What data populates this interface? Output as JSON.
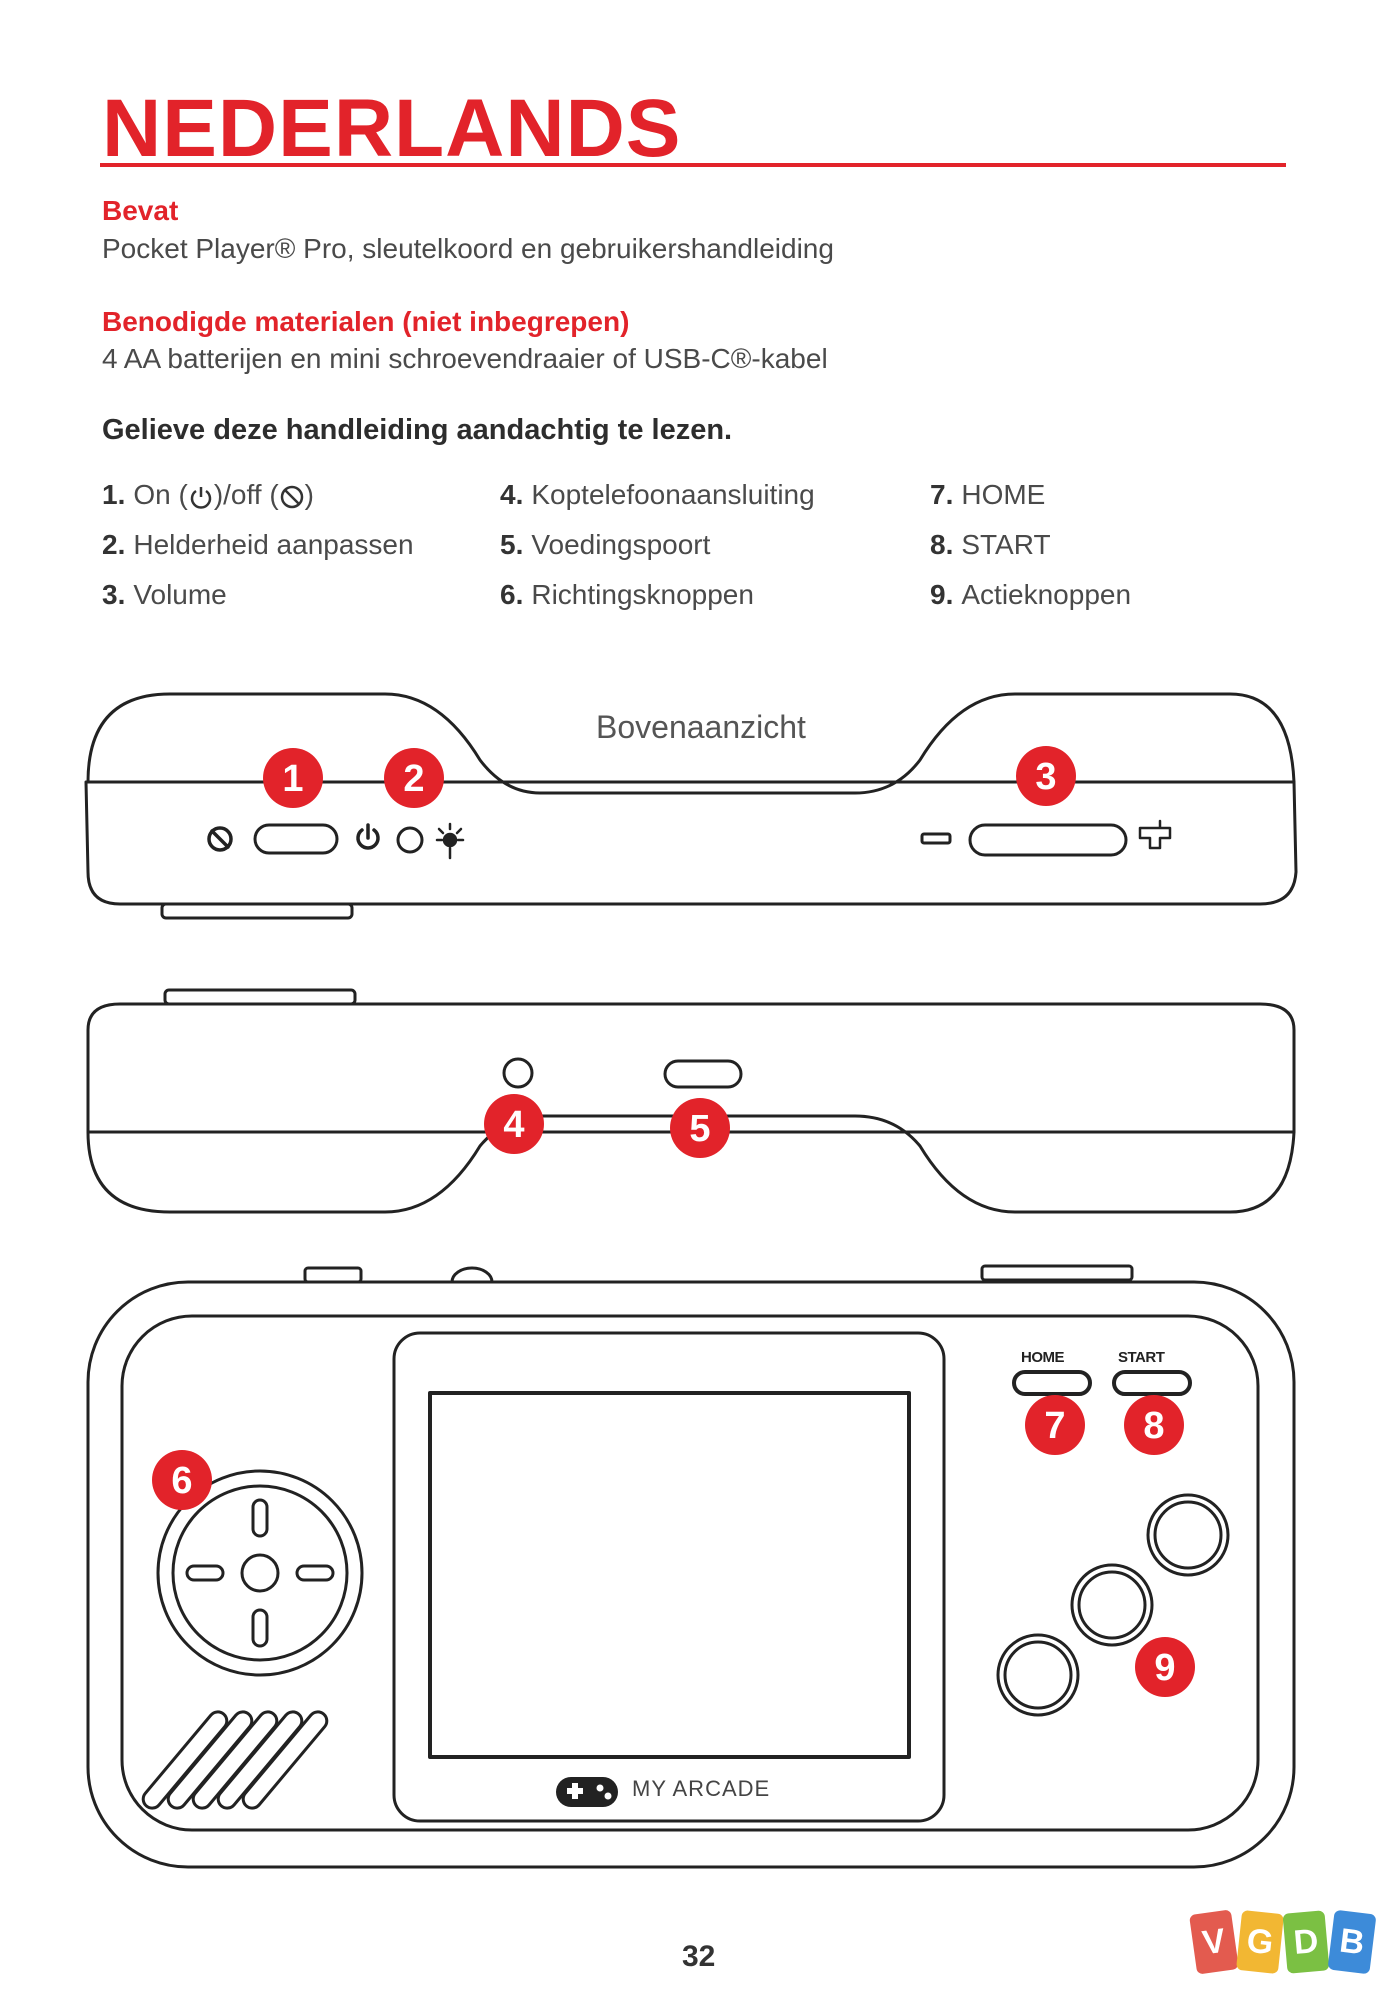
{
  "page": {
    "title": "NEDERLANDS",
    "page_number": "32"
  },
  "contents": {
    "heading": "Bevat",
    "body": "Pocket Player® Pro, sleutelkoord en gebruikershandleiding"
  },
  "materials": {
    "heading": "Benodigde materialen (niet inbegrepen)",
    "body": "4 AA batterijen en mini schroevendraaier of USB-C®-kabel"
  },
  "notice": "Gelieve deze handleiding aandachtig te lezen.",
  "legend": {
    "item1": {
      "num": "1.",
      "pre": "On (",
      "mid": ")/off (",
      "post": ")"
    },
    "items": [
      {
        "num": "2.",
        "label": "Helderheid aanpassen"
      },
      {
        "num": "3.",
        "label": "Volume"
      },
      {
        "num": "4.",
        "label": "Koptelefoonaansluiting"
      },
      {
        "num": "5.",
        "label": "Voedingspoort"
      },
      {
        "num": "6.",
        "label": "Richtingsknoppen"
      },
      {
        "num": "7.",
        "label": "HOME"
      },
      {
        "num": "8.",
        "label": "START"
      },
      {
        "num": "9.",
        "label": "Actieknoppen"
      }
    ]
  },
  "diagram": {
    "caption": "Bovenaanzicht",
    "callouts": [
      "1",
      "2",
      "3",
      "4",
      "5",
      "6",
      "7",
      "8",
      "9"
    ],
    "home_label": "HOME",
    "start_label": "START",
    "brand": "MY ARCADE"
  },
  "watermark": {
    "letters": [
      "V",
      "G",
      "D",
      "B"
    ]
  },
  "colors": {
    "accent": "#e2232a",
    "outline": "#222222",
    "watermark": [
      "#e35b4f",
      "#f2b733",
      "#7bc043",
      "#3d8bd9"
    ]
  },
  "icons": [
    "power-on-icon",
    "power-off-icon",
    "brightness-icon",
    "minus-icon",
    "plus-icon",
    "gamepad-logo-icon"
  ]
}
